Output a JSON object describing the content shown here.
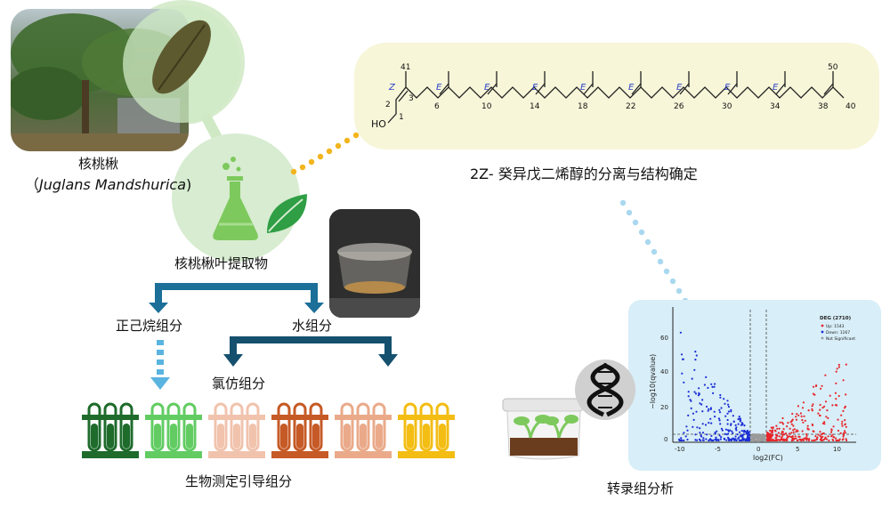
{
  "colors": {
    "light_green_circle": "#cfe9c4",
    "flask_green": "#7dc95d",
    "leaf_green": "#2f9e44",
    "arrow_teal": "#1b6f98",
    "arrow_dark": "#15506e",
    "dashed_blue": "#5ab4e0",
    "dotted_orange": "#f2b51d",
    "dotted_light_blue": "#a9d8ef",
    "molecule_panel": "#f8f6d9",
    "volcano_panel": "#d8eef8",
    "stereo_blue": "#2b45c8"
  },
  "plant": {
    "name": "核桃楸",
    "latin_open": "（",
    "latin_name": "Juglans Mandshurica",
    "latin_close": ")"
  },
  "extract_label": "核桃楸叶提取物",
  "fractions": {
    "hexane": "正己烷组分",
    "water": "水组分",
    "chloroform": "氯仿组分"
  },
  "bioassay_label": "生物测定引导组分",
  "molecule": {
    "title": "2Z- 癸异戊二烯醇的分离与结构确定",
    "hydroxyl": "HO",
    "stereo_labels": [
      "Z",
      "E",
      "E",
      "E",
      "E",
      "E",
      "E",
      "E",
      "E"
    ],
    "position_numbers": [
      "1",
      "2",
      "3",
      "6",
      "10",
      "14",
      "18",
      "22",
      "26",
      "30",
      "34",
      "38",
      "40",
      "41",
      "50"
    ]
  },
  "transcriptome_label": "转录组分析",
  "volcano": {
    "ylabel": "−log10(qvalue)",
    "xlabel": "log2(FC)",
    "x_ticks": [
      "-10",
      "-5",
      "0",
      "5",
      "10"
    ],
    "y_ticks": [
      "0",
      "20",
      "40",
      "60"
    ],
    "legend_title": "DEG (2710)",
    "legend_items": [
      {
        "label": "Up: 1543",
        "color": "#e8262a"
      },
      {
        "label": "Down: 1167",
        "color": "#1c2fd6"
      },
      {
        "label": "Not Significant",
        "color": "#9a9a9a"
      }
    ]
  },
  "test_tubes": [
    {
      "color": "#1e6b2c"
    },
    {
      "color": "#62cc63"
    },
    {
      "color": "#f1c3ad"
    },
    {
      "color": "#c65a26"
    },
    {
      "color": "#eaaa8a"
    },
    {
      "color": "#f3bd14"
    }
  ]
}
